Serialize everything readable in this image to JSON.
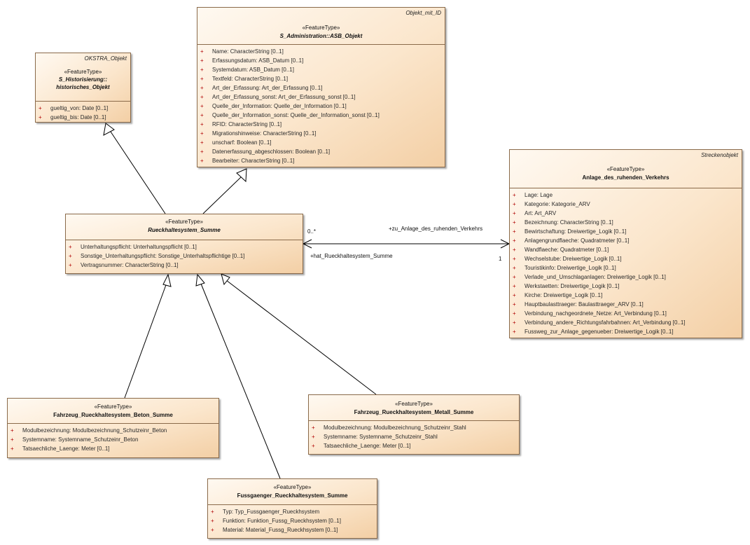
{
  "classes": {
    "okstra": {
      "tag": "OKSTRA_Objekt",
      "stereotype": "«FeatureType»",
      "name_line1": "S_Historisierung::",
      "name_line2": "historisches_Objekt",
      "attributes": [
        "gueltig_von: Date [0..1]",
        "gueltig_bis: Date [0..1]"
      ]
    },
    "asb": {
      "tag": "Objekt_mit_ID",
      "stereotype": "«FeatureType»",
      "name": "S_Administration::ASB_Objekt",
      "attributes": [
        "Name: CharacterString [0..1]",
        "Erfassungsdatum: ASB_Datum [0..1]",
        "Systemdatum: ASB_Datum [0..1]",
        "Textfeld: CharacterString [0..1]",
        "Art_der_Erfassung: Art_der_Erfassung [0..1]",
        "Art_der_Erfassung_sonst: Art_der_Erfassung_sonst [0..1]",
        "Quelle_der_Information: Quelle_der_Information [0..1]",
        "Quelle_der_Information_sonst: Quelle_der_Information_sonst [0..1]",
        "RFID: CharacterString [0..1]",
        "Migrationshinweise: CharacterString [0..1]",
        "unscharf: Boolean [0..1]",
        "Datenerfassung_abgeschlossen: Boolean [0..1]",
        "Bearbeiter: CharacterString [0..1]"
      ]
    },
    "anlage": {
      "tag": "Streckenobjekt",
      "stereotype": "«FeatureType»",
      "name": "Anlage_des_ruhenden_Verkehrs",
      "attributes": [
        "Lage: Lage",
        "Kategorie: Kategorie_ARV",
        "Art: Art_ARV",
        "Bezeichnung: CharacterString [0..1]",
        "Bewirtschaftung: Dreiwertige_Logik [0..1]",
        "Anlagengrundflaeche: Quadratmeter [0..1]",
        "Wandflaeche: Quadratmeter [0..1]",
        "Wechselstube: Dreiwertige_Logik [0..1]",
        "Touristikinfo: Dreiwertige_Logik [0..1]",
        "Verlade_und_Umschlaganlagen: Dreiwertige_Logik [0..1]",
        "Werkstaetten: Dreiwertige_Logik [0..1]",
        "Kirche: Dreiwertige_Logik [0..1]",
        "Hauptbaulasttraeger: Baulasttraeger_ARV [0..1]",
        "Verbindung_nachgeordnete_Netze: Art_Verbindung [0..1]",
        "Verbindung_andere_Richtungsfahrbahnen: Art_Verbindung [0..1]",
        "Fussweg_zur_Anlage_gegenueber: Dreiwertige_Logik [0..1]"
      ]
    },
    "summe": {
      "stereotype": "«FeatureType»",
      "name": "Rueckhaltesystem_Summe",
      "attributes": [
        "Unterhaltungspflicht: Unterhaltungspflicht [0..1]",
        "Sonstige_Unterhaltungspflicht: Sonstige_Unterhaltspflichtige [0..1]",
        "Vertragsnummer: CharacterString [0..1]"
      ]
    },
    "beton": {
      "stereotype": "«FeatureType»",
      "name": "Fahrzeug_Rueckhaltesystem_Beton_Summe",
      "attributes": [
        "Modulbezeichnung: Modulbezeichnung_Schutzeinr_Beton",
        "Systemname: Systemname_Schutzeinr_Beton",
        "Tatsaechliche_Laenge: Meter [0..1]"
      ]
    },
    "metall": {
      "stereotype": "«FeatureType»",
      "name": "Fahrzeug_Rueckhaltesystem_Metall_Summe",
      "attributes": [
        "Modulbezeichnung: Modulbezeichnung_Schutzeinr_Stahl",
        "Systemname: Systemname_Schutzeinr_Stahl",
        "Tatsaechliche_Laenge: Meter [0..1]"
      ]
    },
    "fuss": {
      "stereotype": "«FeatureType»",
      "name": "Fussgaenger_Rueckhaltesystem_Summe",
      "attributes": [
        "Typ: Typ_Fussgaenger_Rueckhsystem",
        "Funktion: Funktion_Fussg_Rueckhsystem [0..1]",
        "Material: Material_Fussg_Rueckhsystem [0..1]"
      ]
    }
  },
  "association": {
    "role_target": "+zu_Anlage_des_ruhenden_Verkehrs",
    "role_source": "+hat_Rueckhaltesystem_Summe",
    "mult_source": "0..*",
    "mult_target": "1"
  },
  "visibility_symbol": "+"
}
